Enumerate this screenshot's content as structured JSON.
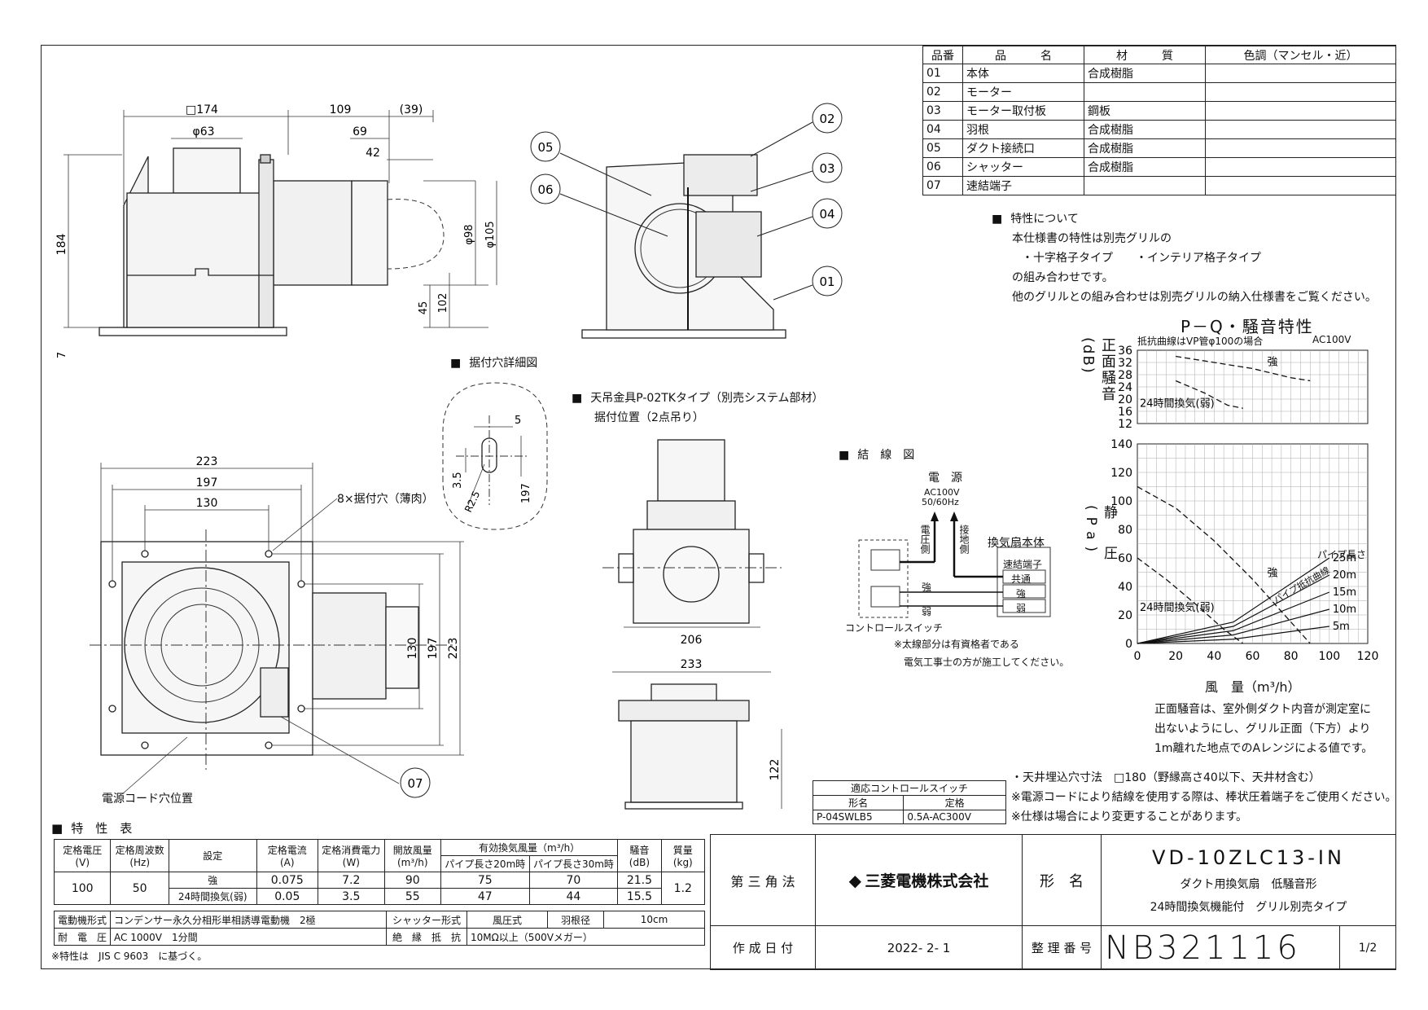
{
  "parts_table": {
    "headers": [
      "品番",
      "品　　　名",
      "材　　　質",
      "色調（マンセル・近）"
    ],
    "rows": [
      [
        "01",
        "本体",
        "合成樹脂",
        ""
      ],
      [
        "02",
        "モーター",
        "",
        ""
      ],
      [
        "03",
        "モーター取付板",
        "鋼板",
        ""
      ],
      [
        "04",
        "羽根",
        "合成樹脂",
        ""
      ],
      [
        "05",
        "ダクト接続口",
        "合成樹脂",
        ""
      ],
      [
        "06",
        "シャッター",
        "合成樹脂",
        ""
      ],
      [
        "07",
        "速結端子",
        "",
        ""
      ]
    ]
  },
  "tokusei_note": {
    "title": "特性について",
    "lines": [
      "本仕様書の特性は別売グリルの",
      "・十字格子タイプ　　・インテリア格子タイプ",
      "の組み合わせです。",
      "他のグリルとの組み合わせは別売グリルの納入仕様書をご覧ください。"
    ]
  },
  "drawing_labels": {
    "dim_174": "□174",
    "dim_109": "109",
    "dim_39": "(39)",
    "dim_63": "φ63",
    "dim_69": "69",
    "dim_42": "42",
    "dim_184": "184",
    "dim_98": "φ98",
    "dim_105": "φ105",
    "dim_45": "45",
    "dim_102": "102",
    "dim_7": "7",
    "dim_223": "223",
    "dim_197": "197",
    "dim_130": "130",
    "dim_206": "206",
    "dim_233": "233",
    "dim_122": "122",
    "dim_5": "5",
    "dim_35": "3.5",
    "dim_r25": "R2.5",
    "callouts": [
      "02",
      "03",
      "04",
      "01",
      "05",
      "06",
      "07"
    ],
    "mount_holes": "8×据付穴（薄肉）",
    "cord_hole": "電源コード穴位置",
    "hole_detail": "据付穴詳細図",
    "hanger_1": "天吊金具P-02TKタイプ（別売システム部材）",
    "hanger_2": "据付位置（2点吊り）"
  },
  "wiring": {
    "title": "結　線　図",
    "power": "電　源",
    "power_spec_1": "AC100V",
    "power_spec_2": "50/60Hz",
    "voltage_side": "電圧側",
    "ground_side": "接地側",
    "fan_body": "換気扇本体",
    "terminal": "速結端子",
    "common": "共通",
    "strong": "強",
    "weak": "弱",
    "control_switch": "コントロールスイッチ",
    "note_1": "※太線部分は有資格者である",
    "note_2": "電気工事士の方が施工してください。"
  },
  "chart_data": [
    {
      "type": "line",
      "title": "P－Q・騒音特性",
      "subtitle": "抵抗曲線はVP管φ100の場合",
      "power_label": "AC100V",
      "ylabel": "正面騒音(dB)",
      "y_ticks": [
        12,
        16,
        20,
        24,
        28,
        32,
        36
      ],
      "ylim": [
        12,
        36
      ],
      "xlim": [
        0,
        120
      ],
      "series": [
        {
          "name": "強",
          "x": [
            20,
            40,
            60,
            80,
            90
          ],
          "values": [
            34,
            32,
            30,
            27,
            26
          ]
        },
        {
          "name": "24時間換気(弱)",
          "x": [
            20,
            35,
            47,
            55
          ],
          "values": [
            26,
            22,
            18,
            17
          ]
        }
      ]
    },
    {
      "type": "line",
      "ylabel": "静　圧(Pa)",
      "xlabel": "風　量（m³/h）",
      "x_ticks": [
        0,
        20,
        40,
        60,
        80,
        100,
        120
      ],
      "y_ticks": [
        0,
        20,
        40,
        60,
        80,
        100,
        120,
        140
      ],
      "xlim": [
        0,
        120
      ],
      "ylim": [
        0,
        140
      ],
      "pipe_label": "パイプ長さ",
      "curve_label": "パイプ抵抗曲線",
      "series": [
        {
          "name": "強",
          "x": [
            0,
            20,
            40,
            60,
            80,
            90
          ],
          "values": [
            110,
            95,
            72,
            45,
            15,
            0
          ]
        },
        {
          "name": "24時間換気(弱)",
          "x": [
            0,
            15,
            30,
            45,
            55
          ],
          "values": [
            60,
            45,
            28,
            10,
            0
          ]
        },
        {
          "name": "25m",
          "x": [
            0,
            50,
            100
          ],
          "values": [
            0,
            15,
            60
          ]
        },
        {
          "name": "20m",
          "x": [
            0,
            50,
            100
          ],
          "values": [
            0,
            12,
            48
          ]
        },
        {
          "name": "15m",
          "x": [
            0,
            50,
            100
          ],
          "values": [
            0,
            9,
            36
          ]
        },
        {
          "name": "10m",
          "x": [
            0,
            50,
            100
          ],
          "values": [
            0,
            6,
            24
          ]
        },
        {
          "name": "5m",
          "x": [
            0,
            50,
            100
          ],
          "values": [
            0,
            3,
            12
          ]
        }
      ]
    }
  ],
  "noise_note": [
    "正面騒音は、室外側ダクト内音が測定室に",
    "出ないようにし、グリル正面（下方）より",
    "1m離れた地点でのAレンジによる値です。"
  ],
  "footnotes": [
    "・天井埋込穴寸法　□180（野縁高さ40以下、天井材含む）",
    "※電源コードにより結線を使用する際は、棒状圧着端子をご使用ください。",
    "※仕様は場合により変更することがあります。"
  ],
  "switch_table": {
    "title": "適応コントロールスイッチ",
    "headers": [
      "形名",
      "定格"
    ],
    "row": [
      "P-04SWLB5",
      "0.5A-AC300V"
    ]
  },
  "spec_table": {
    "title": "特　性　表",
    "h_voltage": "定格電圧",
    "h_voltage_u": "(V)",
    "h_freq": "定格周波数",
    "h_freq_u": "(Hz)",
    "h_setting": "設定",
    "h_current": "定格電流",
    "h_current_u": "(A)",
    "h_power": "定格消費電力",
    "h_power_u": "(W)",
    "h_open": "開放風量",
    "h_open_u": "(m³/h)",
    "h_eff": "有効換気風量（m³/h）",
    "h_pipe20": "パイプ長さ20m時",
    "h_pipe30": "パイプ長さ30m時",
    "h_noise": "騒音",
    "h_noise_u": "(dB)",
    "h_mass": "質量",
    "h_mass_u": "(kg)",
    "voltage": "100",
    "freq": "50",
    "rows": [
      {
        "setting": "強",
        "current": "0.075",
        "power": "7.2",
        "open": "90",
        "p20": "75",
        "p30": "70",
        "noise": "21.5"
      },
      {
        "setting": "24時間換気(弱)",
        "current": "0.05",
        "power": "3.5",
        "open": "55",
        "p20": "47",
        "p30": "44",
        "noise": "15.5"
      }
    ],
    "mass": "1.2",
    "motor_label": "電動機形式",
    "motor_value": "コンデンサー永久分相形単相誘導電動機　2極",
    "shutter_label": "シャッター形式",
    "shutter_value": "風圧式",
    "blade_label": "羽根径",
    "blade_value": "10cm",
    "withstand_label": "耐　電　圧",
    "withstand_value": "AC 1000V　1分間",
    "insulation_label": "絶　縁　抵　抗",
    "insulation_value": "10MΩ以上（500Vメガー）",
    "note": "※特性は　JIS C 9603　に基づく。"
  },
  "title_block": {
    "projection": "第 三 角 法",
    "company": "三菱電機株式会社",
    "model_label": "形　名",
    "model": "VD-10ZLC13-IN",
    "desc_1": "ダクト用換気扇　低騒音形",
    "desc_2": "24時間換気機能付　グリル別売タイプ",
    "date_label": "作 成 日 付",
    "date": "2022- 2- 1",
    "doc_label": "整 理 番 号",
    "doc_no": "NB321116",
    "page": "1/2"
  }
}
